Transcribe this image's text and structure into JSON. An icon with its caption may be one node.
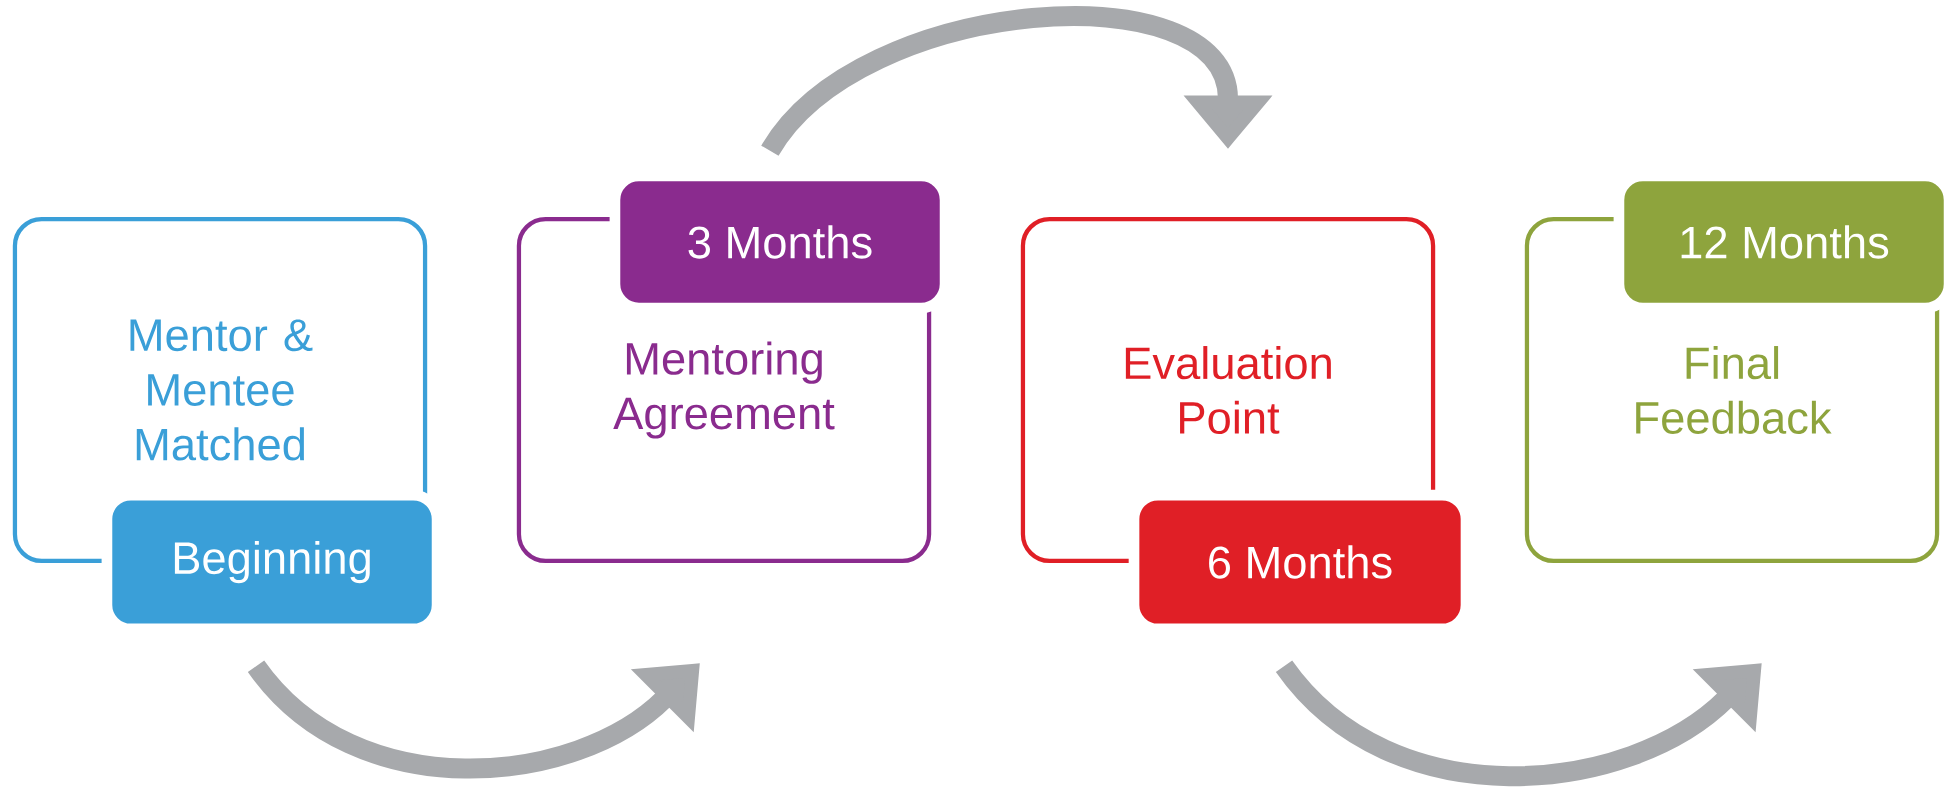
{
  "diagram": {
    "nodes": [
      {
        "text": [
          "Mentor & Mentee Matched"
        ]
      },
      {
        "text": [
          "Beginning"
        ]
      },
      {
        "text": [
          "Mentoring Agreement"
        ]
      },
      {
        "text": [
          "3 Months"
        ]
      },
      {
        "text": [
          "Evaluation Point"
        ]
      },
      {
        "text": [
          "6 Months"
        ]
      },
      {
        "text": [
          "Final Feedback"
        ]
      },
      {
        "text": [
          "12 Months"
        ]
      }
    ],
    "edges": [
      {
        "from": 1,
        "to": 2,
        "arrow": "to"
      },
      {
        "from": 3,
        "to": 4,
        "arrow": "to"
      },
      {
        "from": 5,
        "to": 6,
        "arrow": "to"
      }
    ]
  }
}
